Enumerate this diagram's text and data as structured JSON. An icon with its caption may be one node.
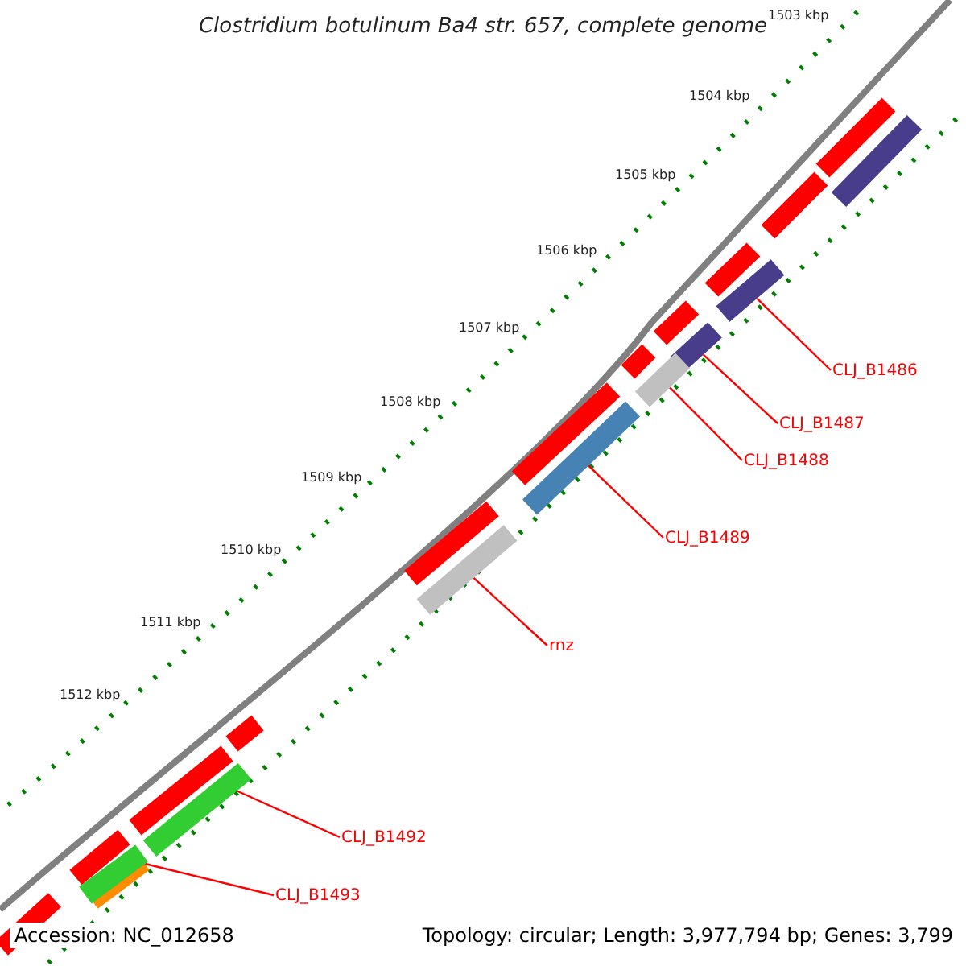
{
  "diagram": {
    "title": "Clostridium botulinum Ba4 str. 657, complete genome",
    "nodes": [
      {
        "text": [
          "CLJ_B1486"
        ]
      },
      {
        "text": [
          "CLJ_B1487"
        ]
      },
      {
        "text": [
          "CLJ_B1488"
        ]
      },
      {
        "text": [
          "CLJ_B1489"
        ]
      },
      {
        "text": [
          "rnz"
        ]
      },
      {
        "text": [
          "CLJ_B1492"
        ]
      },
      {
        "text": [
          "CLJ_B1493"
        ]
      },
      {
        "text": [],
        "shape": "bar"
      },
      {
        "text": [],
        "shape": "bar"
      },
      {
        "text": [],
        "shape": "bar"
      },
      {
        "text": [],
        "shape": "bar"
      },
      {
        "text": [],
        "shape": "bar"
      },
      {
        "text": [],
        "shape": "bar"
      },
      {
        "text": [],
        "shape": "bar"
      }
    ],
    "edges": [
      {
        "from": 0,
        "to": 7,
        "arrow": "none"
      },
      {
        "from": 1,
        "to": 8,
        "arrow": "none"
      },
      {
        "from": 2,
        "to": 9,
        "arrow": "none"
      },
      {
        "from": 3,
        "to": 10,
        "arrow": "none"
      },
      {
        "from": 4,
        "to": 11,
        "arrow": "none"
      },
      {
        "from": 5,
        "to": 12,
        "arrow": "none"
      },
      {
        "from": 6,
        "to": 13,
        "arrow": "none"
      }
    ],
    "labels": [
      "1503 kbp",
      "1504 kbp",
      "1505 kbp",
      "1506 kbp",
      "1507 kbp",
      "1508 kbp",
      "1509 kbp",
      "1510 kbp",
      "1511 kbp",
      "1512 kbp",
      "Accession: NC_012658",
      "Topology: circular; Length: 3,977,794 bp; Genes: 3,799"
    ]
  }
}
